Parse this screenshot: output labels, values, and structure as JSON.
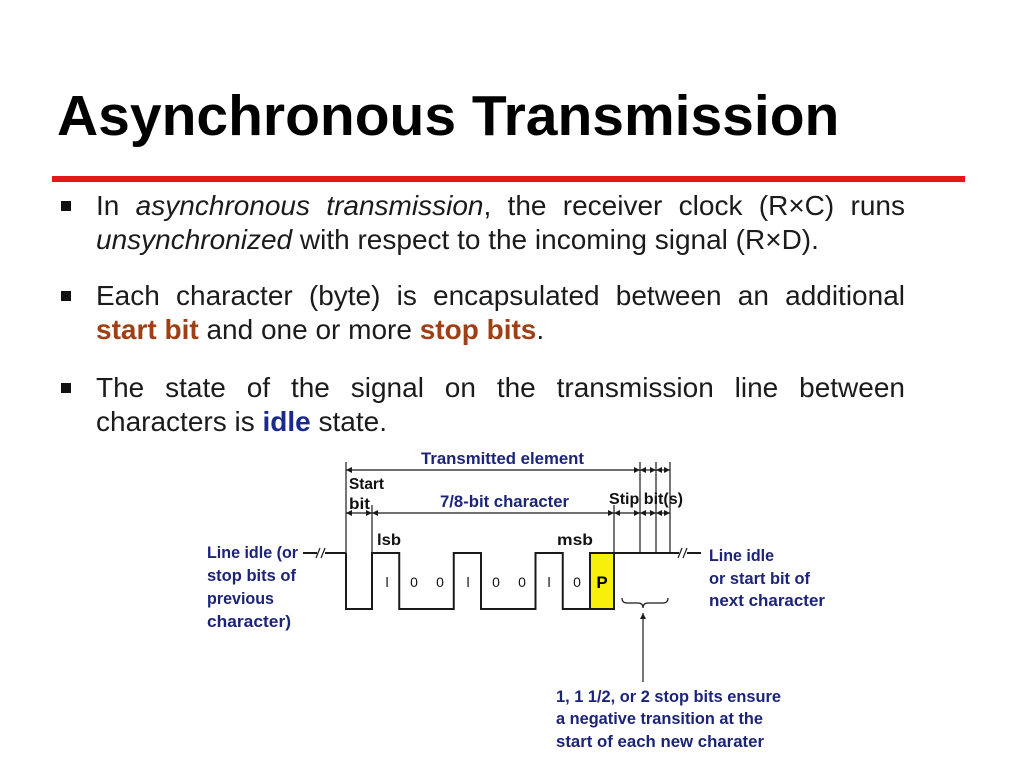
{
  "slide": {
    "title": "Asynchronous Transmission",
    "bullet_icon": "square-bullet",
    "bullets": [
      [
        "In ",
        "asynchronous transmission",
        ", the receiver clock (R×C) runs ",
        "unsynchronized",
        " with respect to the incoming signal (R×D)."
      ],
      [
        "Each character (byte) is encapsulated between an additional ",
        "start bit",
        " and one or more ",
        "stop bits",
        "."
      ],
      [
        "The state of the signal on the transmission line between characters is ",
        "idle",
        " state."
      ]
    ],
    "colors": {
      "title": "#000000",
      "rule": "#e5161c",
      "body_text": "#1b1b1b",
      "term_brown": "#9e3f15",
      "term_blue": "#1b2a8d",
      "bullet": "#111111"
    }
  },
  "diagram": {
    "labels": {
      "transmitted_element": "Transmitted element",
      "start_bit": [
        "Start",
        "bit"
      ],
      "character": "7/8-bit character",
      "stop_bits": "Stip bit(s)",
      "lsb": "lsb",
      "msb": "msb",
      "line_idle_left": [
        "Line idle (or",
        "stop bits of",
        "previous",
        "character)"
      ],
      "line_idle_right": [
        "Line idle",
        "or start bit of",
        "next character"
      ],
      "stop_bits_note": [
        "1, 1 1/2, or 2 stop bits ensure",
        "a negative transition at the",
        "start of each new charater"
      ]
    },
    "data_bits": {
      "labels": [
        "l",
        "0",
        "0",
        "l",
        "0",
        "0",
        "l",
        "0"
      ],
      "levels": [
        1,
        0,
        0,
        1,
        0,
        0,
        1,
        0
      ]
    },
    "parity_bit": {
      "label": "P",
      "fill": "#f8ef0b"
    },
    "colors": {
      "label_blue": "#1c2478",
      "label_dark": "#111111",
      "line": "#1a1a1a"
    }
  }
}
